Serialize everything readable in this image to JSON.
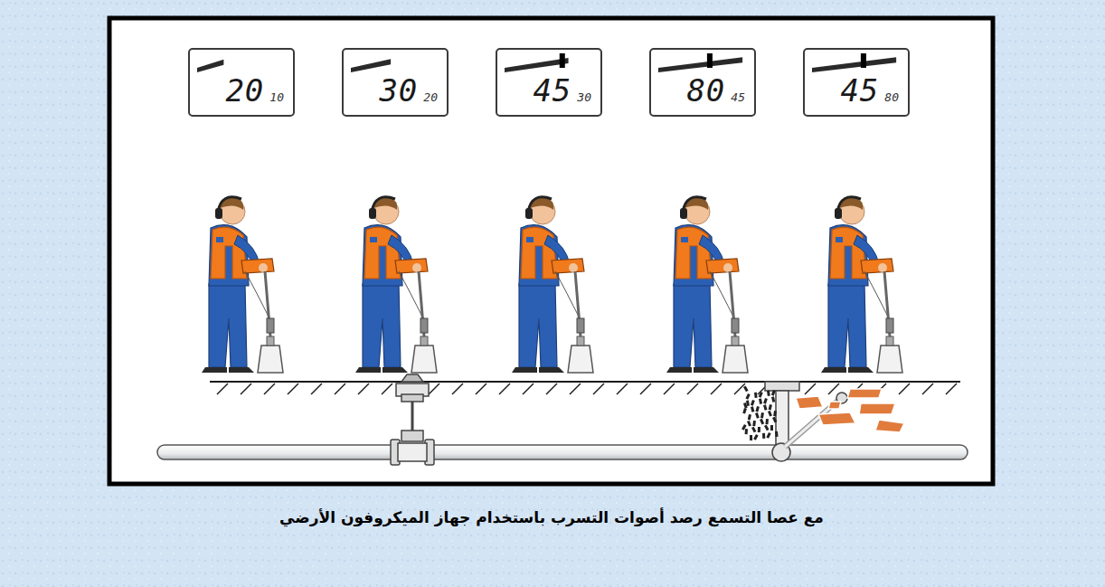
{
  "diagram": {
    "caption": "مع عصا التسمع رصد أصوات التسرب باستخدام جهاز الميكروفون الأرضي",
    "nodes": [
      {
        "text": [
          "20",
          "10"
        ]
      },
      {
        "text": [
          "30",
          "20"
        ]
      },
      {
        "text": [
          "45",
          "30"
        ]
      },
      {
        "text": [
          "80",
          "45"
        ]
      },
      {
        "text": [
          "45",
          "80"
        ]
      }
    ]
  }
}
